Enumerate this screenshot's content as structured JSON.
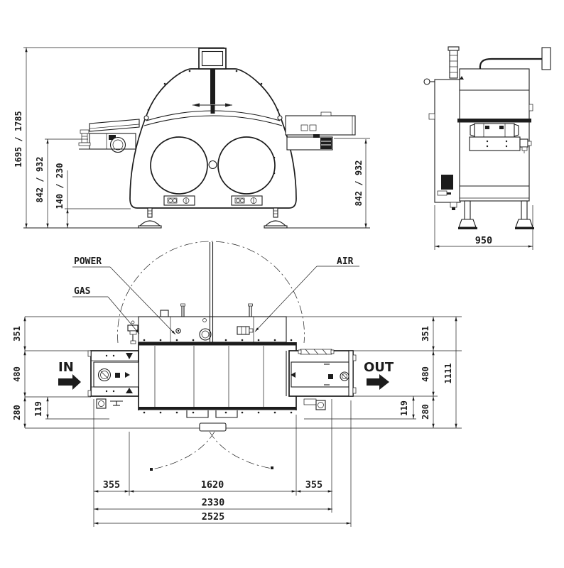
{
  "drawing": {
    "type": "machine-dimension-drawing",
    "colors": {
      "line": "#1c1c1c",
      "background": "#ffffff"
    },
    "views": {
      "front": {
        "dims": {
          "overall_height": "1695 / 1785",
          "belt_height_left": "842 / 932",
          "clearance_height": "140 / 230",
          "belt_height_right": "842 / 932"
        }
      },
      "side": {
        "dims": {
          "depth": "950"
        }
      },
      "top": {
        "labels": {
          "power": "POWER",
          "gas": "GAS",
          "air": "AIR",
          "flow_in": "IN",
          "flow_out": "OUT"
        },
        "dims": {
          "left_rear": "351",
          "left_belt": "480",
          "left_front": "280",
          "left_offset": "119",
          "right_rear": "351",
          "right_belt": "480",
          "right_front": "280",
          "right_offset": "119",
          "right_total": "1111",
          "bottom_left": "355",
          "bottom_center": "1620",
          "bottom_right": "355",
          "bottom_inner_total": "2330",
          "bottom_overall": "2525"
        }
      }
    }
  }
}
